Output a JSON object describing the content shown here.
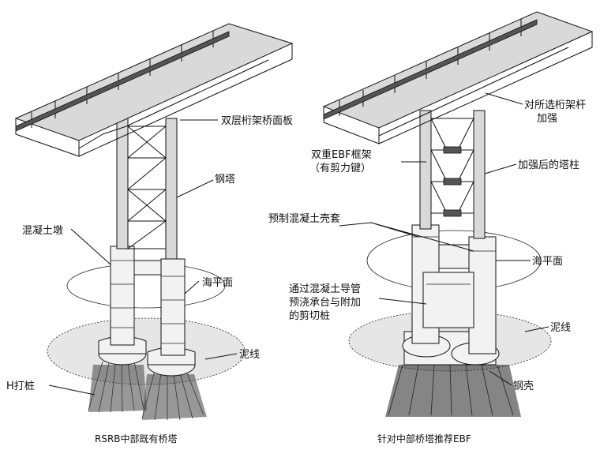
{
  "left_figure": {
    "labels": {
      "truss_deck": "双层桁架桥面板",
      "steel_tower": "钢塔",
      "concrete_pier": "混凝土墩",
      "sea_level": "海平面",
      "mudline": "泥线",
      "h_pile": "H打桩"
    },
    "caption": "RSRB中部既有桥塔"
  },
  "right_figure": {
    "labels": {
      "truss_member_strengthen_line1": "对所选桁架杆",
      "truss_member_strengthen_line2": "加强",
      "double_ebf_line1": "双重EBF框架",
      "double_ebf_line2": "（有剪力键）",
      "strengthened_column": "加强后的塔柱",
      "precast_shell": "预制混凝土壳套",
      "sea_level": "海平面",
      "tremie_line1": "通过混凝土导管",
      "tremie_line2": "预浇承台与附加",
      "tremie_line3": "的剪切桩",
      "mudline": "泥线",
      "steel_shell": "钢壳"
    },
    "caption": "针对中部桥塔推荐EBF"
  }
}
